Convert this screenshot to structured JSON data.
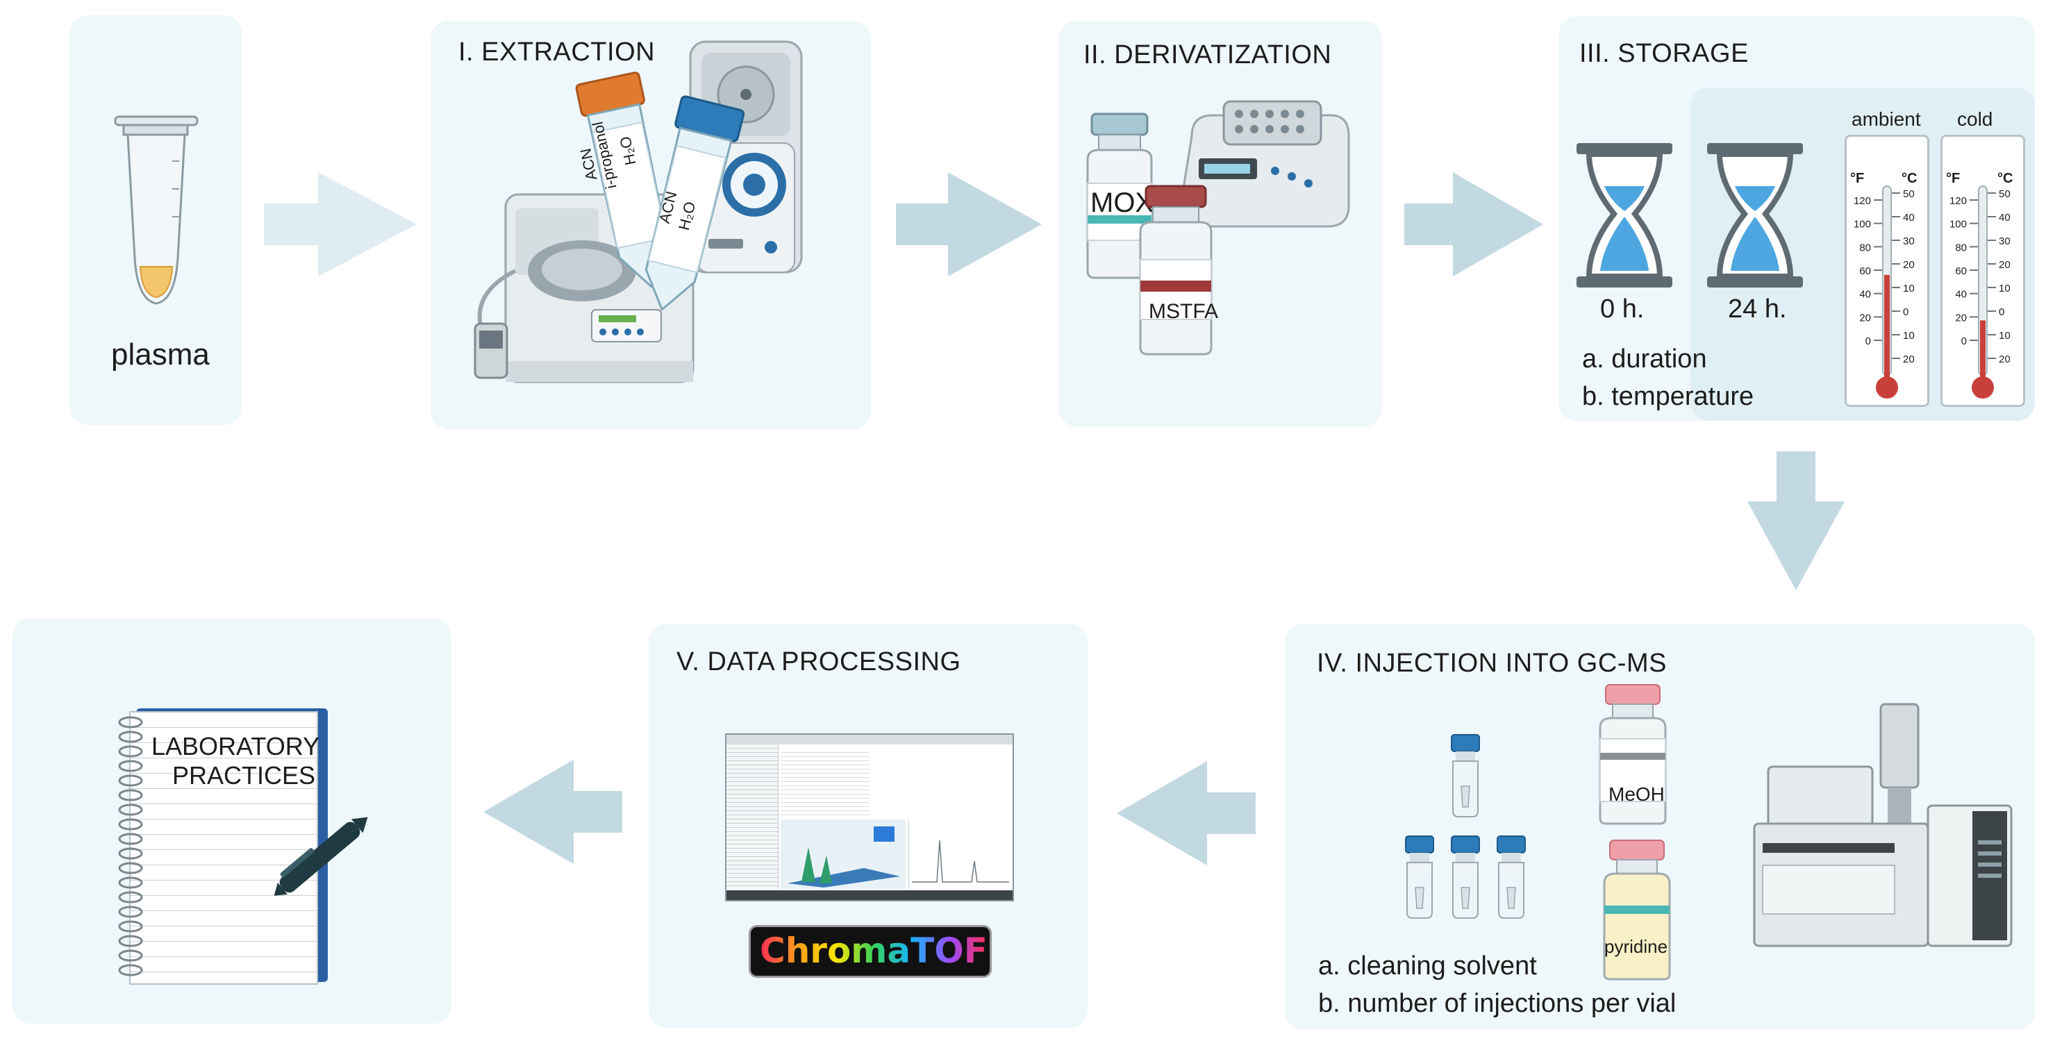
{
  "plasma": {
    "label": "plasma"
  },
  "extraction": {
    "title": "I. EXTRACTION",
    "tube1": {
      "line1": "ACN",
      "line2": "i-propanol",
      "line3": "H₂O"
    },
    "tube2": {
      "line1": "ACN",
      "line2": "H₂O"
    }
  },
  "derivatization": {
    "title": "II. DERIVATIZATION",
    "vial1": "MOX",
    "vial2": "MSTFA"
  },
  "storage": {
    "title": "III. STORAGE",
    "time1": "0 h.",
    "time2": "24 h.",
    "item_a": "a. duration",
    "item_b": "b. temperature",
    "therm_ambient": "ambient",
    "therm_cold": "cold",
    "unit_f": "°F",
    "unit_c": "°C",
    "f_ticks": [
      "120",
      "100",
      "80",
      "60",
      "40",
      "20",
      "0"
    ],
    "c_ticks": [
      "50",
      "40",
      "30",
      "20",
      "10",
      "0",
      "10",
      "20"
    ],
    "fill_fraction": {
      "ambient": 0.55,
      "cold": 0.3
    }
  },
  "injection": {
    "title": "IV. INJECTION INTO GC-MS",
    "bottle1": "MeOH",
    "bottle2": "pyridine",
    "item_a": "a. cleaning solvent",
    "item_b": "b. number of  injections per vial"
  },
  "processing": {
    "title": "V. DATA PROCESSING",
    "logo": "ChromaTOF"
  },
  "lab": {
    "line1": "LABORATORY",
    "line2": "PRACTICES"
  },
  "colors": {
    "panel": "#eef7fa",
    "arrow": "#c3d9e2",
    "sand": "#4da6e0",
    "therm_red": "#c9403a",
    "orange": "#e07a2e",
    "blue_cap": "#2d7bb8"
  }
}
